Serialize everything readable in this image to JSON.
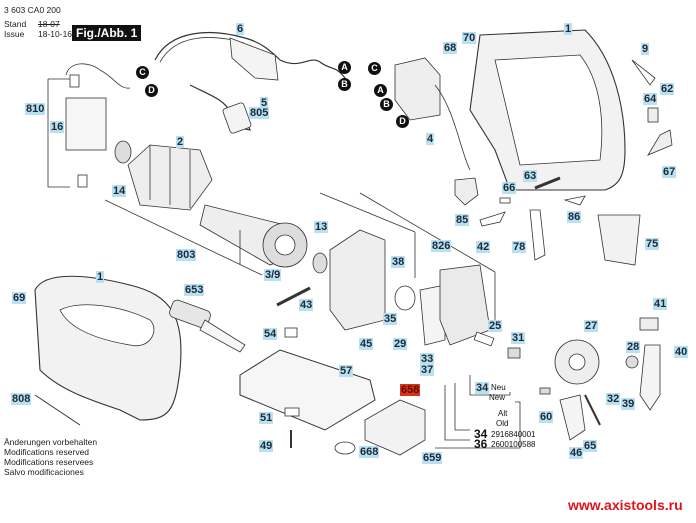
{
  "header": {
    "part_number": "3 603 CA0 200",
    "stand_label": "Stand",
    "issue_label": "Issue",
    "stand_date": "18-07",
    "issue_date": "18-10-16",
    "figure_label": "Fig./Abb. 1"
  },
  "connectors": {
    "left_c": "C",
    "left_d": "D",
    "cable_a": "A",
    "cable_b": "B",
    "switch_c": "C",
    "switch_a": "A",
    "switch_b": "B",
    "switch_d": "D"
  },
  "callouts": [
    {
      "id": "6",
      "label": "6"
    },
    {
      "id": "810",
      "label": "810"
    },
    {
      "id": "16",
      "label": "16"
    },
    {
      "id": "5",
      "label": "5"
    },
    {
      "id": "805",
      "label": "805"
    },
    {
      "id": "2",
      "label": "2"
    },
    {
      "id": "14",
      "label": "14"
    },
    {
      "id": "803",
      "label": "803"
    },
    {
      "id": "13",
      "label": "13"
    },
    {
      "id": "3/9",
      "label": "3/9"
    },
    {
      "id": "43",
      "label": "43"
    },
    {
      "id": "38",
      "label": "38"
    },
    {
      "id": "826",
      "label": "826"
    },
    {
      "id": "35",
      "label": "35"
    },
    {
      "id": "29",
      "label": "29"
    },
    {
      "id": "45",
      "label": "45"
    },
    {
      "id": "54",
      "label": "54"
    },
    {
      "id": "57",
      "label": "57"
    },
    {
      "id": "51",
      "label": "51"
    },
    {
      "id": "49",
      "label": "49"
    },
    {
      "id": "668",
      "label": "668"
    },
    {
      "id": "659",
      "label": "659"
    },
    {
      "id": "658",
      "label": "658",
      "highlight": true
    },
    {
      "id": "1a",
      "label": "1"
    },
    {
      "id": "69",
      "label": "69"
    },
    {
      "id": "653",
      "label": "653"
    },
    {
      "id": "808",
      "label": "808"
    },
    {
      "id": "68",
      "label": "68"
    },
    {
      "id": "70",
      "label": "70"
    },
    {
      "id": "4",
      "label": "4"
    },
    {
      "id": "1b",
      "label": "1"
    },
    {
      "id": "9",
      "label": "9"
    },
    {
      "id": "62",
      "label": "62"
    },
    {
      "id": "64",
      "label": "64"
    },
    {
      "id": "67",
      "label": "67"
    },
    {
      "id": "63",
      "label": "63"
    },
    {
      "id": "66",
      "label": "66"
    },
    {
      "id": "85",
      "label": "85"
    },
    {
      "id": "86",
      "label": "86"
    },
    {
      "id": "42",
      "label": "42"
    },
    {
      "id": "78",
      "label": "78"
    },
    {
      "id": "75",
      "label": "75"
    },
    {
      "id": "25",
      "label": "25"
    },
    {
      "id": "31",
      "label": "31"
    },
    {
      "id": "33",
      "label": "33"
    },
    {
      "id": "37",
      "label": "37"
    },
    {
      "id": "34n",
      "label": "34"
    },
    {
      "id": "27",
      "label": "27"
    },
    {
      "id": "28",
      "label": "28"
    },
    {
      "id": "41",
      "label": "41"
    },
    {
      "id": "40",
      "label": "40"
    },
    {
      "id": "32",
      "label": "32"
    },
    {
      "id": "39",
      "label": "39"
    },
    {
      "id": "60",
      "label": "60"
    },
    {
      "id": "46",
      "label": "46"
    },
    {
      "id": "65",
      "label": "65"
    }
  ],
  "replacement_note": {
    "new_de": "Neu",
    "new_en": "New",
    "old_de": "Alt",
    "old_en": "Old",
    "rows": [
      {
        "part": "34",
        "number": "2916840001"
      },
      {
        "part": "36",
        "number": "2600100588"
      }
    ]
  },
  "footer": {
    "lines": [
      "Änderungen vorbehalten",
      "Modifications reserved",
      "Modifications reservees",
      "Salvo modificaciones"
    ]
  },
  "website": "www.axistools.ru",
  "colors": {
    "callout_bg": "#b8e0f0",
    "highlight_bg": "#d9331a",
    "website": "#e0121b"
  }
}
